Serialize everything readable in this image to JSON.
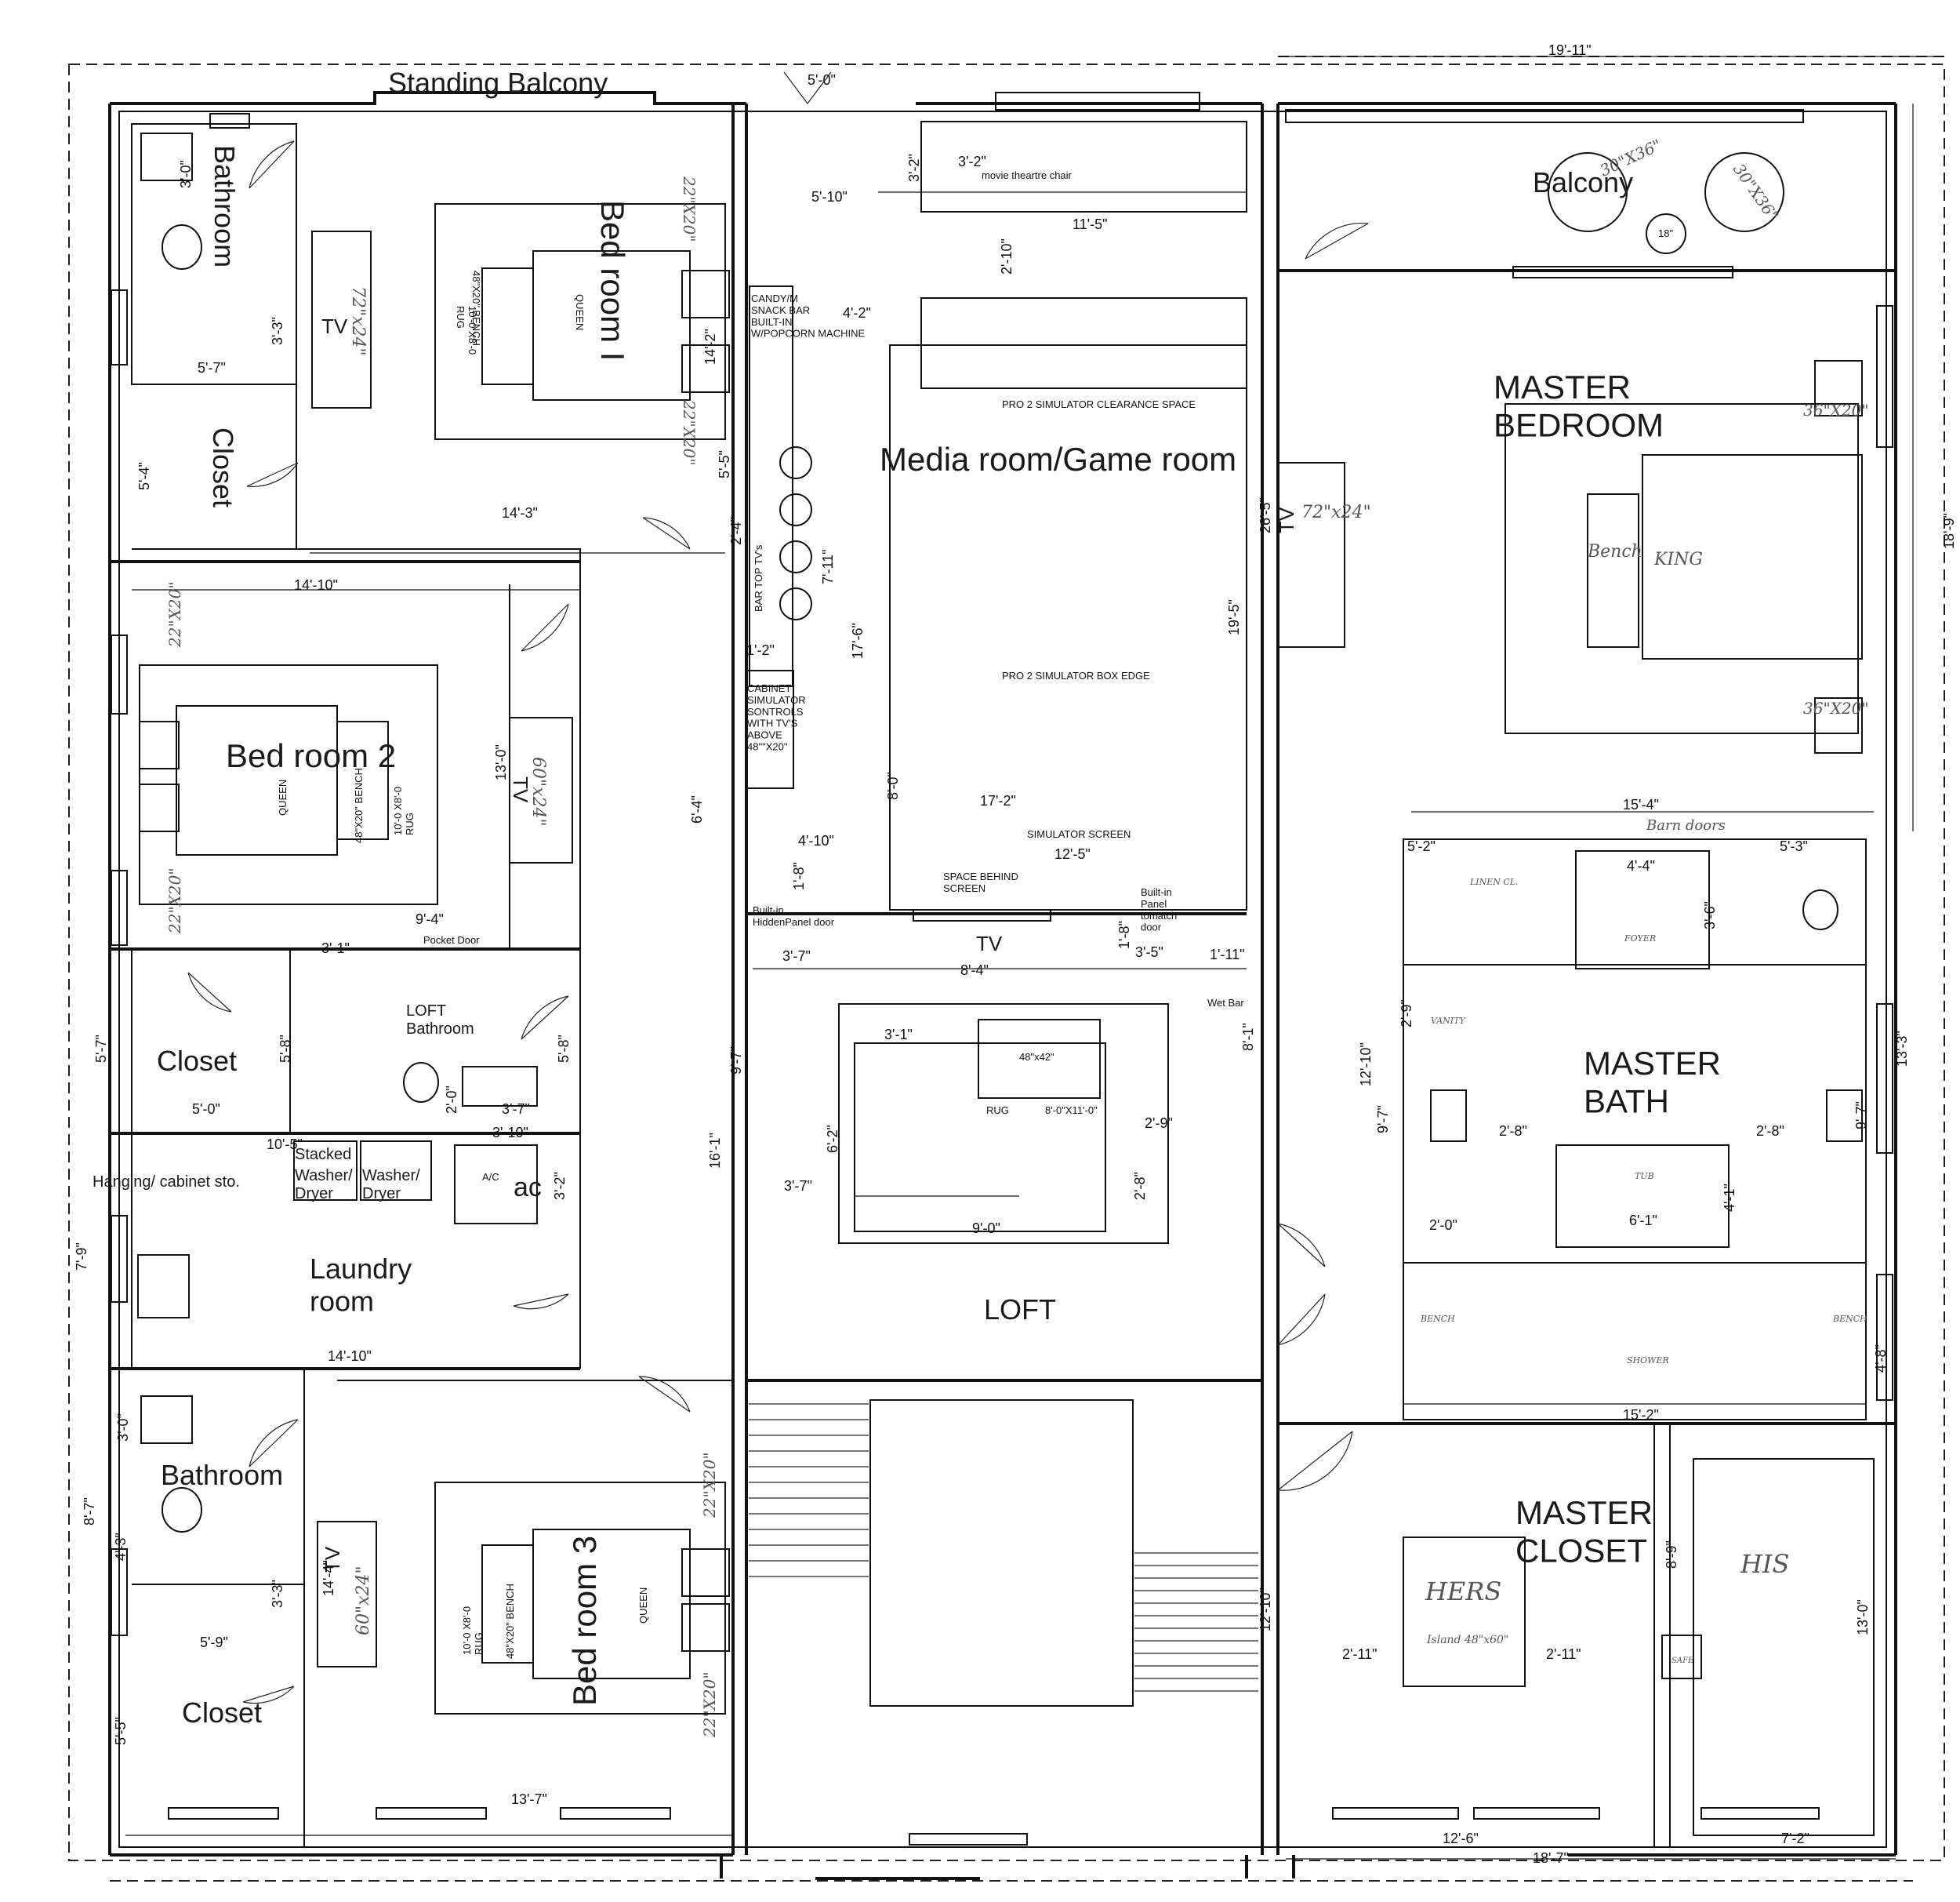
{
  "rooms": {
    "standing_balcony": "Standing Balcony",
    "bathroom_1": "Bathroom",
    "closet_1": "Closet",
    "bedroom_1": "Bed room I",
    "bedroom_2": "Bed room 2",
    "closet_2": "Closet",
    "loft_bathroom": "LOFT\nBathroom",
    "laundry": "Laundry\nroom",
    "hanging_storage": "Hanging/ cabinet sto.",
    "bathroom_3": "Bathroom",
    "closet_3": "Closet",
    "bedroom_3": "Bed room 3",
    "media_room": "Media room/Game room",
    "loft": "LOFT",
    "balcony": "Balcony",
    "master_bedroom": "MASTER\nBEDROOM",
    "master_bath": "MASTER\nBATH",
    "master_closet": "MASTER\nCLOSET"
  },
  "fixtures": {
    "queen": "QUEEN",
    "king": "KING",
    "bench_48": "48\"X20\" BENCH",
    "rug_10x8": "10'-0 X8'-0\nRUG",
    "rug_10x8_b2": "10'-0 X8'-0\nRUG",
    "nightstand": "22\"X20\"",
    "tv": "TV",
    "tv_72": "72\"x24\"",
    "tv_60": "60\"x24\"",
    "bench": "Bench",
    "master_ns": "36\"X20\"",
    "movie_chairs": "movie theartre chair",
    "snack_bar": "CANDY/M\nSNACK BAR\nBUILT-IN\nW/POPCORN MACHINE",
    "bar_tvs": "BAR TOP TV's",
    "cabinet_sim": "CABINET\nSIMULATOR\nSONTROLS\nWITH TV'S\nABOVE\n48\"\"X20\"",
    "clearance": "PRO 2 SIMULATOR CLEARANCE SPACE",
    "box_edge": "PRO 2 SIMULATOR BOX EDGE",
    "sim_screen": "SIMULATOR SCREEN",
    "space_behind": "SPACE BEHIND\nSCREEN",
    "hidden_panel": "Built-in\nHiddenPanel door",
    "panel_match": "Built-in\nPanel\ntomatch\ndoor",
    "loft_rug_label": "RUG",
    "loft_rug_size": "8'-0\"X11'-0\"",
    "table_48": "48\"x42\"",
    "wet_bar": "Wet Bar",
    "pocket_door": "Pocket Door",
    "stacked": "Stacked",
    "washer_1": "Washer/\nDryer",
    "washer_2": "Washer/\nDryer",
    "ac_small": "A/C",
    "ac": "ac",
    "chair_1": "30\"X36\"",
    "chair_2": "30\"X36\"",
    "table_18": "18\"",
    "barn_doors": "Barn doors",
    "linen": "LINEN CL.",
    "foyer": "FOYER",
    "vanity": "VANITY",
    "tub": "TUB",
    "shower": "SHOWER",
    "bench_l": "BENCH",
    "bench_r": "BENCH",
    "hers": "HERS",
    "his": "HIS",
    "island": "Island 48\"x60\"",
    "safe": "SAFE"
  },
  "dims": {
    "d_5_0": "5'-0\"",
    "d_19_11": "19'-11\"",
    "d_18_9": "18'-9\"",
    "d_3_0a": "3'-0\"",
    "d_3_3a": "3'-3\"",
    "d_5_7a": "5'-7\"",
    "d_5_4": "5'-4\"",
    "d_14_3": "14'-3\"",
    "d_14_10a": "14'-10\"",
    "d_22_20a": "22\"X20\"",
    "d_22_20b": "22\"X20\"",
    "d_14_2": "14'-2\"",
    "d_5_5": "5'-5\"",
    "d_2_4": "2'-4\"",
    "d_3_2a": "3'-2\"",
    "d_3_2b": "3'-2\"",
    "d_5_10": "5'-10\"",
    "d_11_5": "11'-5\"",
    "d_2_10": "2'-10\"",
    "d_4_2": "4'-2\"",
    "d_7_11": "7'-11\"",
    "d_17_6": "17'-6\"",
    "d_1_2": "1'-2\"",
    "d_26_5": "26'-5\"",
    "d_19_5": "19'-5\"",
    "d_8_0": "8'-0\"",
    "d_17_2": "17'-2\"",
    "d_6_4": "6'-4\"",
    "d_12_5": "12'-5\"",
    "d_4_10": "4'-10\"",
    "d_1_8a": "1'-8\"",
    "d_1_8b": "1'-8\"",
    "d_3_5": "3'-5\"",
    "d_1_11": "1'-11\"",
    "d_13_0a": "13'-0\"",
    "d_9_4": "9'-4\"",
    "d_3_1a": "3'-1\"",
    "d_5_7b": "5'-7\"",
    "d_5_8a": "5'-8\"",
    "d_5_8b": "5'-8\"",
    "d_2_0a": "2'-0\"",
    "d_3_7a": "3'-7\"",
    "d_5_0b": "5'-0\"",
    "d_10_5": "10'-5\"",
    "d_3_10": "3'-10\"",
    "d_3_2c": "3'-2\"",
    "d_9_7a": "9'-7\"",
    "d_3_7b": "3'-7\"",
    "d_8_4": "8'-4\"",
    "d_3_1b": "3'-1\"",
    "d_6_2": "6'-2\"",
    "d_3_7c": "3'-7\"",
    "d_2_9a": "2'-9\"",
    "d_2_8a": "2'-8\"",
    "d_9_0": "9'-0\"",
    "d_8_1": "8'-1\"",
    "d_16_1": "16'-1\"",
    "d_7_9": "7'-9\"",
    "d_14_10b": "14'-10\"",
    "d_3_0b": "3'-0\"",
    "d_8_7": "8'-7\"",
    "d_4_3": "4'-3\"",
    "d_3_3b": "3'-3\"",
    "d_5_9": "5'-9\"",
    "d_5_5b": "5'-5\"",
    "d_14_4": "14'-4\"",
    "d_13_7": "13'-7\"",
    "d_22_20c": "22\"X20\"",
    "d_22_20d": "22\"X20\"",
    "d_12_10a": "12'-10\"",
    "d_15_4": "15'-4\"",
    "d_5_2": "5'-2\"",
    "d_4_4": "4'-4\"",
    "d_5_3": "5'-3\"",
    "d_3_6": "3'-6\"",
    "d_12_10b": "12'-10\"",
    "d_2_9b": "2'-9\"",
    "d_9_7b": "9'-7\"",
    "d_13_3": "13'-3\"",
    "d_9_7c": "9'-7\"",
    "d_2_8b": "2'-8\"",
    "d_2_8c": "2'-8\"",
    "d_4_1": "4'-1\"",
    "d_6_1": "6'-1\"",
    "d_2_0b": "2'-0\"",
    "d_4_8": "4'-8\"",
    "d_15_2": "15'-2\"",
    "d_8_9": "8'-9\"",
    "d_13_0b": "13'-0\"",
    "d_2_11a": "2'-11\"",
    "d_2_11b": "2'-11\"",
    "d_12_6": "12'-6\"",
    "d_18_7": "18'-7\"",
    "d_7_2": "7'-2\""
  }
}
